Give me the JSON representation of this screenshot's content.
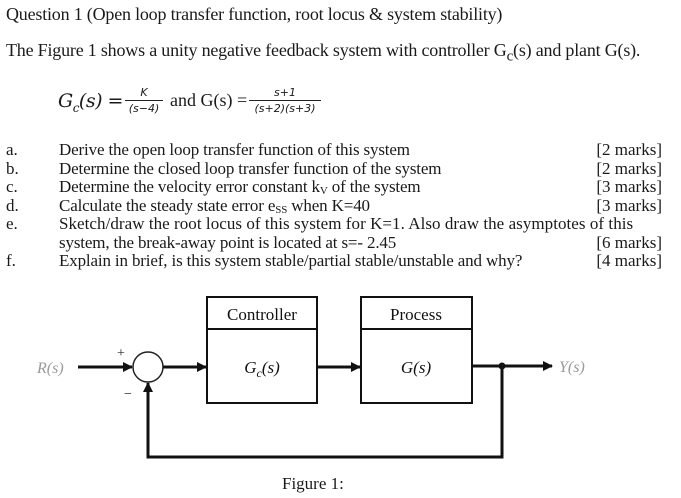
{
  "question": {
    "title": "Question 1 (Open loop transfer function, root locus & system stability)",
    "intro": "The Figure 1 shows a unity negative feedback system with controller G",
    "intro_sub": "c",
    "intro_tail": "(s) and plant G(s).",
    "equation": {
      "gc_label": "G",
      "gc_sub": "c",
      "gc_tail": "(s) =",
      "gc_numerator": "K",
      "gc_denominator": "(s−4)",
      "and_label": "and G(s) =",
      "g_numerator": "s+1",
      "g_denominator": "(s+2)(s+3)"
    },
    "parts": [
      {
        "label": "a.",
        "text": "Derive the open loop transfer function of this system",
        "marks": "[2 marks]"
      },
      {
        "label": "b.",
        "text": "Determine the closed loop transfer function of the system",
        "marks": "[2 marks]"
      },
      {
        "label": "c.",
        "text": "Determine the velocity error constant k",
        "text_sub": "V",
        "text_tail": " of the system",
        "marks": "[3 marks]"
      },
      {
        "label": "d.",
        "text": "Calculate the steady state error e",
        "text_sub": "SS",
        "text_tail": " when K=40",
        "marks": "[3 marks]"
      },
      {
        "label": "e.",
        "text": "Sketch/draw the root locus of this system for K=1. Also draw the asymptotes of this",
        "marks": ""
      },
      {
        "label": "",
        "text": "system, the break-away point is located at s=- 2.45",
        "marks": "[6 marks]"
      },
      {
        "label": "f.",
        "text": "Explain in brief, is this system stable/partial stable/unstable and why?",
        "marks": "[4 marks]"
      }
    ]
  },
  "figure": {
    "input_label": "R(s)",
    "output_label": "Y(s)",
    "plus_sign": "+",
    "minus_sign": "−",
    "controller": {
      "header": "Controller",
      "body": "G",
      "body_sub": "c",
      "body_tail": "(s)"
    },
    "process": {
      "header": "Process",
      "body": "G(s)"
    },
    "caption": "Figure 1:"
  }
}
